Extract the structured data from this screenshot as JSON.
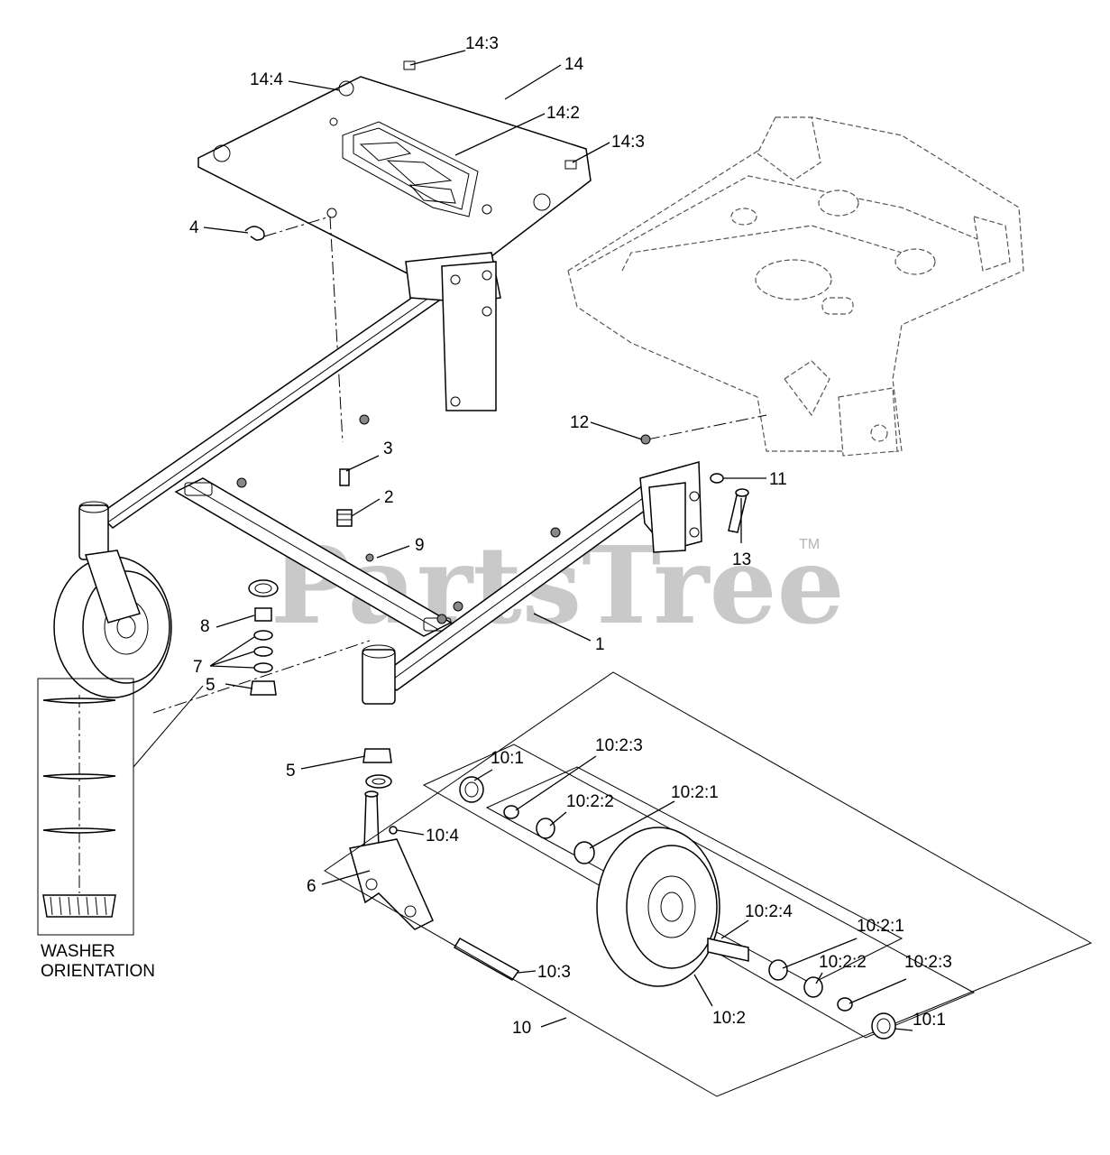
{
  "diagram": {
    "callouts": [
      {
        "id": "c-14-3-top",
        "text": "14:3"
      },
      {
        "id": "c-14",
        "text": "14"
      },
      {
        "id": "c-14-4",
        "text": "14:4"
      },
      {
        "id": "c-14-2",
        "text": "14:2"
      },
      {
        "id": "c-14-3-right",
        "text": "14:3"
      },
      {
        "id": "c-4",
        "text": "4"
      },
      {
        "id": "c-12",
        "text": "12"
      },
      {
        "id": "c-3",
        "text": "3"
      },
      {
        "id": "c-11",
        "text": "11"
      },
      {
        "id": "c-2",
        "text": "2"
      },
      {
        "id": "c-13",
        "text": "13"
      },
      {
        "id": "c-9",
        "text": "9"
      },
      {
        "id": "c-8",
        "text": "8"
      },
      {
        "id": "c-1",
        "text": "1"
      },
      {
        "id": "c-7",
        "text": "7"
      },
      {
        "id": "c-5-upper",
        "text": "5"
      },
      {
        "id": "c-5-lower",
        "text": "5"
      },
      {
        "id": "c-10-1-left",
        "text": "10:1"
      },
      {
        "id": "c-10-2-3-left",
        "text": "10:2:3"
      },
      {
        "id": "c-10-2-2-left",
        "text": "10:2:2"
      },
      {
        "id": "c-10-2-1-left",
        "text": "10:2:1"
      },
      {
        "id": "c-10-4",
        "text": "10:4"
      },
      {
        "id": "c-6",
        "text": "6"
      },
      {
        "id": "c-10-2-4",
        "text": "10:2:4"
      },
      {
        "id": "c-10-2-1-right",
        "text": "10:2:1"
      },
      {
        "id": "c-10-2-3-right",
        "text": "10:2:3"
      },
      {
        "id": "c-10-2-2-right",
        "text": "10:2:2"
      },
      {
        "id": "c-10-1-right",
        "text": "10:1"
      },
      {
        "id": "c-10-3",
        "text": "10:3"
      },
      {
        "id": "c-10-2",
        "text": "10:2"
      },
      {
        "id": "c-10",
        "text": "10"
      }
    ],
    "washer_note": {
      "line1": "WASHER",
      "line2": "ORIENTATION"
    },
    "watermark": {
      "text": "PartsTree",
      "tm": "TM"
    }
  }
}
